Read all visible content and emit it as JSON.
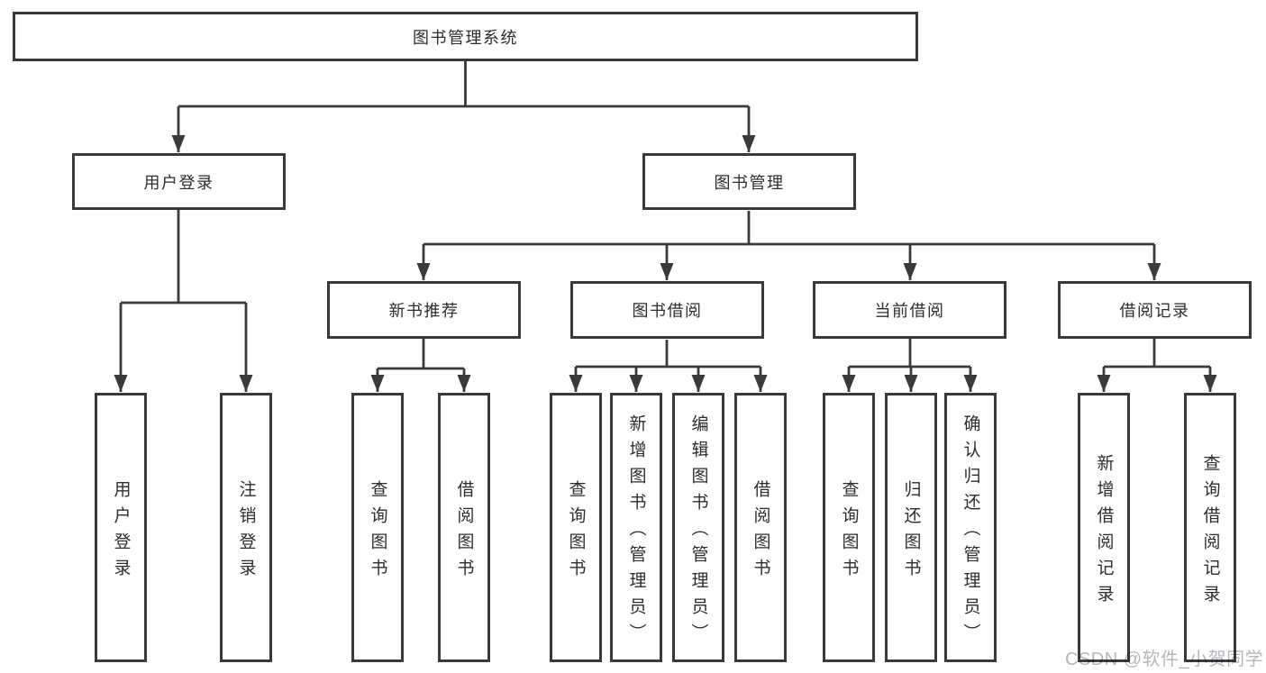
{
  "diagram": {
    "root": {
      "label": "图书管理系统",
      "children": [
        {
          "label": "用户登录",
          "children": [
            {
              "label": "用户登录"
            },
            {
              "label": "注销登录"
            }
          ]
        },
        {
          "label": "图书管理",
          "children": [
            {
              "label": "新书推荐",
              "children": [
                {
                  "label": "查询图书"
                },
                {
                  "label": "借阅图书"
                }
              ]
            },
            {
              "label": "图书借阅",
              "children": [
                {
                  "label": "查询图书"
                },
                {
                  "label": "新增图书（管理员）"
                },
                {
                  "label": "编辑图书（管理员）"
                },
                {
                  "label": "借阅图书"
                }
              ]
            },
            {
              "label": "当前借阅",
              "children": [
                {
                  "label": "查询图书"
                },
                {
                  "label": "归还图书"
                },
                {
                  "label": "确认归还（管理员）"
                }
              ]
            },
            {
              "label": "借阅记录",
              "children": [
                {
                  "label": "新增借阅记录"
                },
                {
                  "label": "查询借阅记录"
                }
              ]
            }
          ]
        }
      ]
    },
    "watermark": "CSDN @软件_小贺同学",
    "colors": {
      "line": "#3a3a3a",
      "text": "#2d2d2d",
      "watermark": "#b3b7bc",
      "background": "#ffffff"
    }
  }
}
